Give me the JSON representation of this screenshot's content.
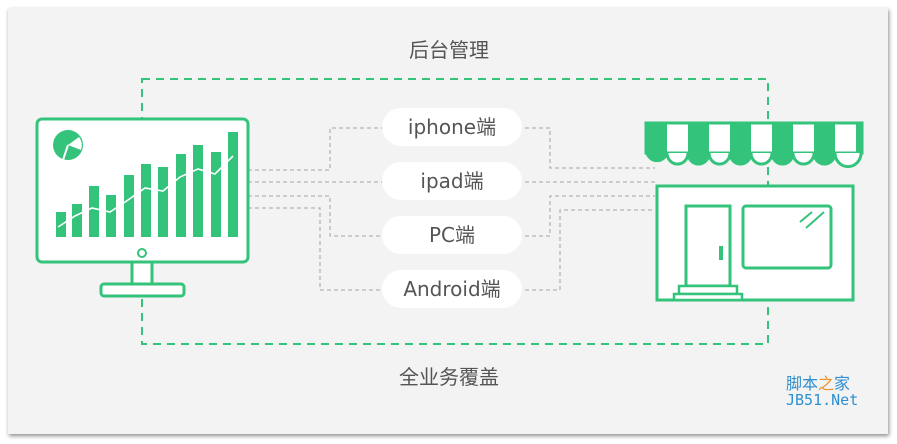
{
  "labels": {
    "top": "后台管理",
    "bottom": "全业务覆盖"
  },
  "channels": [
    {
      "label": "iphone端"
    },
    {
      "label": "ipad端"
    },
    {
      "label": "PC端"
    },
    {
      "label": "Android端"
    }
  ],
  "watermark": {
    "line1_part1": "脚本",
    "line1_part2": "之",
    "line1_part3": "家",
    "line2": "JB51.Net"
  },
  "colors": {
    "green": "#33c37b",
    "gray_dash": "#b5b5b5",
    "text": "#555555"
  },
  "icons": {
    "left": "monitor-chart-icon",
    "right": "storefront-icon"
  }
}
